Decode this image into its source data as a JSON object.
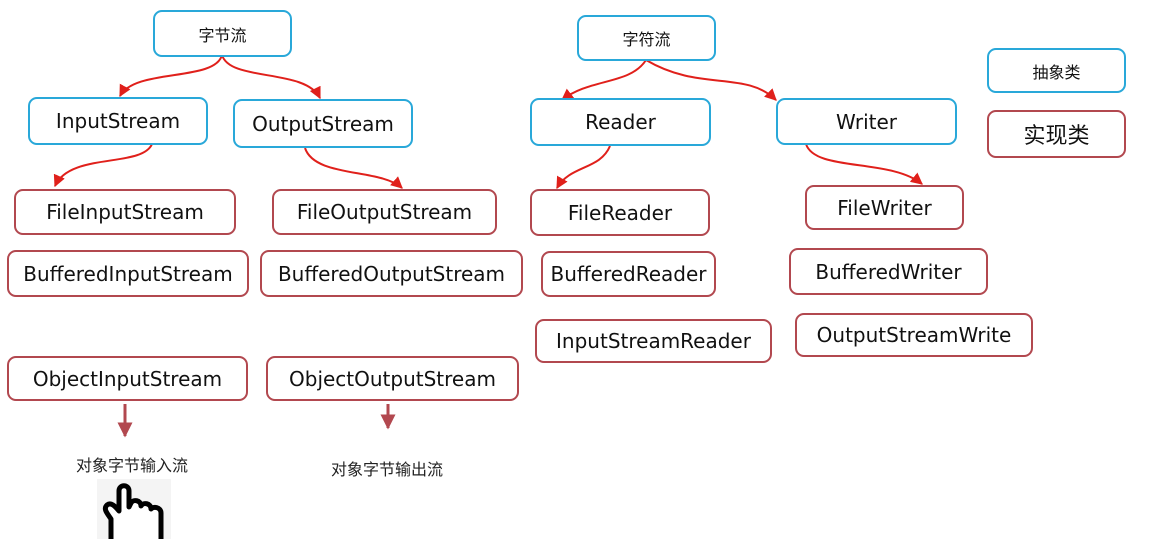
{
  "roots": {
    "byte_stream": "字节流",
    "char_stream": "字符流"
  },
  "abstract_classes": {
    "input_stream": "InputStream",
    "output_stream": "OutputStream",
    "reader": "Reader",
    "writer": "Writer"
  },
  "impl_classes": {
    "file_input_stream": "FileInputStream",
    "file_output_stream": "FileOutputStream",
    "buffered_input_stream": "BufferedInputStream",
    "buffered_output_stream": "BufferedOutputStream",
    "object_input_stream": "ObjectInputStream",
    "object_output_stream": "ObjectOutputStream",
    "file_reader": "FileReader",
    "buffered_reader": "BufferedReader",
    "input_stream_reader": "InputStreamReader",
    "file_writer": "FileWriter",
    "buffered_writer": "BufferedWriter",
    "output_stream_write": "OutputStreamWrite"
  },
  "legend": {
    "abstract_label": "抽象类",
    "impl_label": "实现类"
  },
  "captions": {
    "object_input": "对象字节输入流",
    "object_output": "对象字节输出流"
  },
  "colors": {
    "abstract_border": "#29a8d9",
    "impl_border": "#b2484f",
    "connector": "#e0201b",
    "down_arrow": "#b2484f"
  },
  "icons": {
    "pointer": "hand-pointer-icon"
  }
}
